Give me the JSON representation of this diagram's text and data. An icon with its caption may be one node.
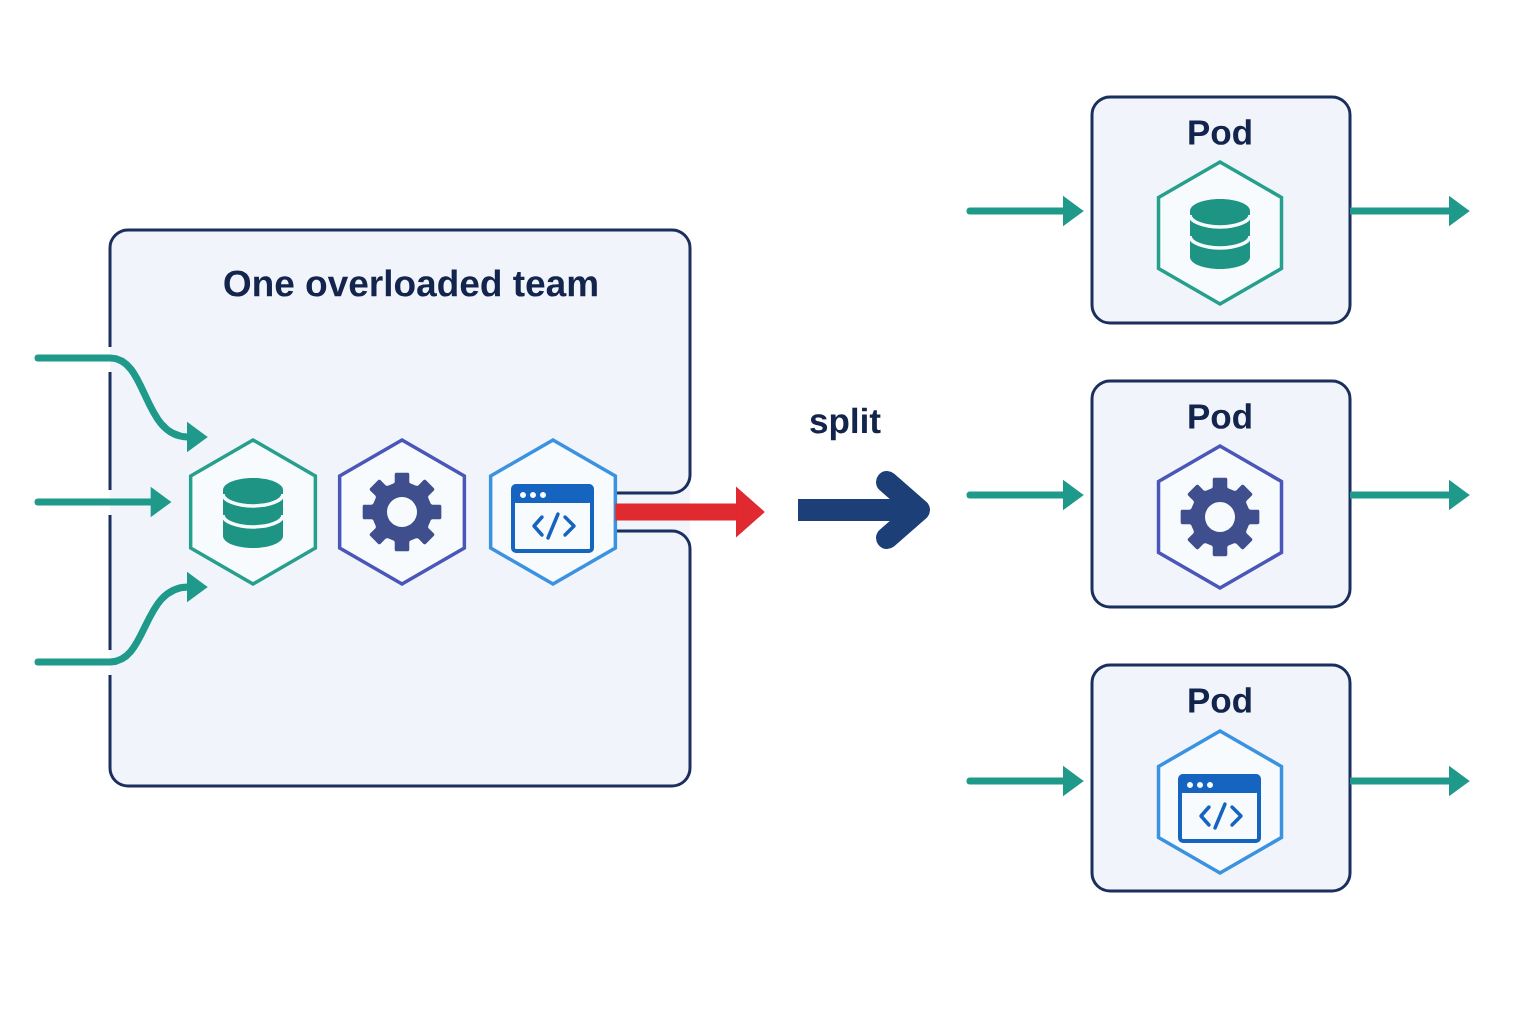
{
  "diagram": {
    "nodes": [
      {
        "text": [
          "One overloaded team"
        ]
      },
      {
        "text": [],
        "shape": "hexagon",
        "in": 0
      },
      {
        "text": [],
        "shape": "hexagon",
        "in": 0
      },
      {
        "text": [],
        "shape": "hexagon",
        "in": 0
      },
      {
        "text": [
          "Pod"
        ]
      },
      {
        "text": [],
        "shape": "hexagon",
        "in": 4
      },
      {
        "text": [
          "Pod"
        ]
      },
      {
        "text": [],
        "shape": "hexagon",
        "in": 6
      },
      {
        "text": [
          "Pod"
        ]
      },
      {
        "text": [],
        "shape": "hexagon",
        "in": 8
      }
    ],
    "edges": [
      {
        "from": null,
        "to": 1,
        "arrow": "to"
      },
      {
        "from": null,
        "to": 1,
        "arrow": "to"
      },
      {
        "from": null,
        "to": 1,
        "arrow": "to"
      },
      {
        "from": 3,
        "to": null,
        "arrow": "to",
        "style": "thick",
        "color": "#e02a2f"
      },
      {
        "from": null,
        "to": 4,
        "arrow": "to"
      },
      {
        "from": 4,
        "to": null,
        "arrow": "to"
      },
      {
        "from": null,
        "to": 6,
        "arrow": "to"
      },
      {
        "from": 6,
        "to": null,
        "arrow": "to"
      },
      {
        "from": null,
        "to": 8,
        "arrow": "to"
      },
      {
        "from": 8,
        "to": null,
        "arrow": "to"
      }
    ],
    "labels": [
      "split"
    ]
  }
}
